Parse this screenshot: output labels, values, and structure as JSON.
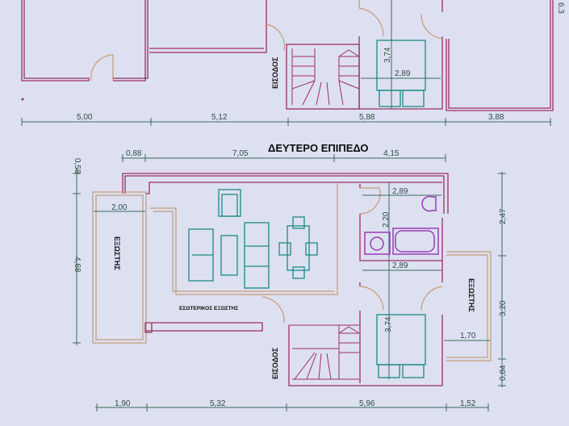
{
  "title": "ΔΕΥΤΕΡΟ ΕΠΙΠΕΔΟ",
  "labels": {
    "entrance": "ΕΙΣΟΔΟΣ",
    "balcony": "ΕΞΩΣΤΗΣ",
    "inner_balcony": "ΕΣΩΤΕΡΙΚΟΣ ΕΞΩΣΤΗΣ"
  },
  "upper_fragment": {
    "bedroom_depth": "3,74",
    "bedroom_width": "2,89",
    "right_edge": "6,3",
    "bottom_dims": [
      "5,00",
      "5,12",
      "5,88",
      "3,88"
    ]
  },
  "second_floor": {
    "top_dims": [
      "0,88",
      "7,05",
      "4,15"
    ],
    "left_dims": [
      "0,58",
      "4,68"
    ],
    "balcony_width": "2,00",
    "bath_width": "2,89",
    "bath_depth": "2,20",
    "hall_width": "2,89",
    "bedroom_depth": "3,74",
    "right_balcony_width": "1,70",
    "right_dims": [
      "2,47",
      "3,20",
      "0,84"
    ],
    "bottom_dims": [
      "1,90",
      "5,32",
      "5,96",
      "1,52"
    ]
  },
  "colors": {
    "background": "#dde0f1",
    "walls": "#9c2f62",
    "railings": "#c59b76",
    "furniture": "#1a8a86",
    "sanitary": "#9a3cb6",
    "dimensions": "#3a6a5c"
  }
}
